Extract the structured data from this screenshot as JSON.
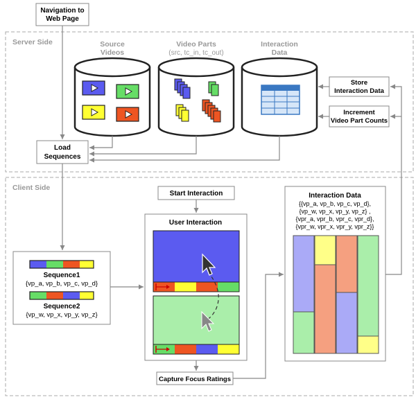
{
  "nav_box": {
    "line1": "Navigation to",
    "line2": "Web Page"
  },
  "server_side": {
    "label": "Server Side",
    "stores": [
      {
        "title1": "Source",
        "title2": "Videos",
        "title3": ""
      },
      {
        "title1": "Video Parts",
        "title2": "(src, tc_in, tc_out)",
        "title3": ""
      },
      {
        "title1": "Interaction",
        "title2": "Data",
        "title3": ""
      }
    ],
    "store_interaction": {
      "line1": "Store",
      "line2": "Interaction Data"
    },
    "increment_counts": {
      "line1": "Increment",
      "line2": "Video Part Counts"
    },
    "load_sequences": {
      "line1": "Load",
      "line2": "Sequences"
    }
  },
  "client_side": {
    "label": "Client Side",
    "start_interaction": "Start Interaction",
    "user_interaction": "User Interaction",
    "capture_focus": "Capture Focus Ratings",
    "sequences": [
      {
        "title": "Sequence1",
        "parts": "{vp_a, vp_b, vp_c, vp_d}"
      },
      {
        "title": "Sequence2",
        "parts": "{vp_w, vp_x, vp_y, vp_z}"
      }
    ],
    "interaction_data": {
      "title": "Interaction Data",
      "lines": [
        "{{vp_a, vp_b, vp_c, vp_d},",
        "{vp_w, vp_x, vp_y, vp_z} ,",
        "{vpr_a, vpr_b, vpr_c, vpr_d},",
        "{vpr_w, vpr_x, vpr_y, vpr_z}}"
      ]
    }
  },
  "colors": {
    "blue": "#5b5bf0",
    "green": "#66dd66",
    "yellow": "#ffff33",
    "red": "#ee5522",
    "light_blue": "#aaaaf7",
    "light_green": "#aaeeaa",
    "light_yellow": "#ffff88",
    "light_red": "#f5a080",
    "arrow": "#888888",
    "table_blue": "#3a78c2"
  }
}
